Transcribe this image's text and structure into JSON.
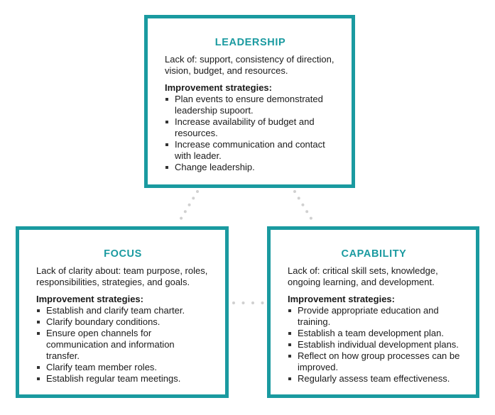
{
  "colors": {
    "accent": "#1a9aa0",
    "connector": "#d0d0d0"
  },
  "boxes": {
    "leadership": {
      "title": "LEADERSHIP",
      "description": "Lack of: support, consistency of direction, vision, budget, and resources.",
      "subheading": "Improvement strategies:",
      "strategies": [
        "Plan events to ensure demonstrated leadership supoort.",
        "Increase availability of budget and resources.",
        "Increase communication and contact with leader.",
        "Change leadership."
      ]
    },
    "focus": {
      "title": "FOCUS",
      "description": "Lack of clarity about: team purpose, roles, responsibilities, strategies, and goals.",
      "subheading": "Improvement strategies:",
      "strategies": [
        "Establish and clarify team charter.",
        "Clarify boundary conditions.",
        "Ensure open channels for communication and information transfer.",
        "Clarify team member roles.",
        "Establish regular team meetings."
      ]
    },
    "capability": {
      "title": "CAPABILITY",
      "description": "Lack of: critical skill sets, knowledge, ongoing learning, and development.",
      "subheading": "Improvement strategies:",
      "strategies": [
        "Provide appropriate education and training.",
        "Establish a team development plan.",
        "Establish individual development plans.",
        "Reflect on how group processes can be improved.",
        "Regularly assess team effectiveness."
      ]
    }
  }
}
